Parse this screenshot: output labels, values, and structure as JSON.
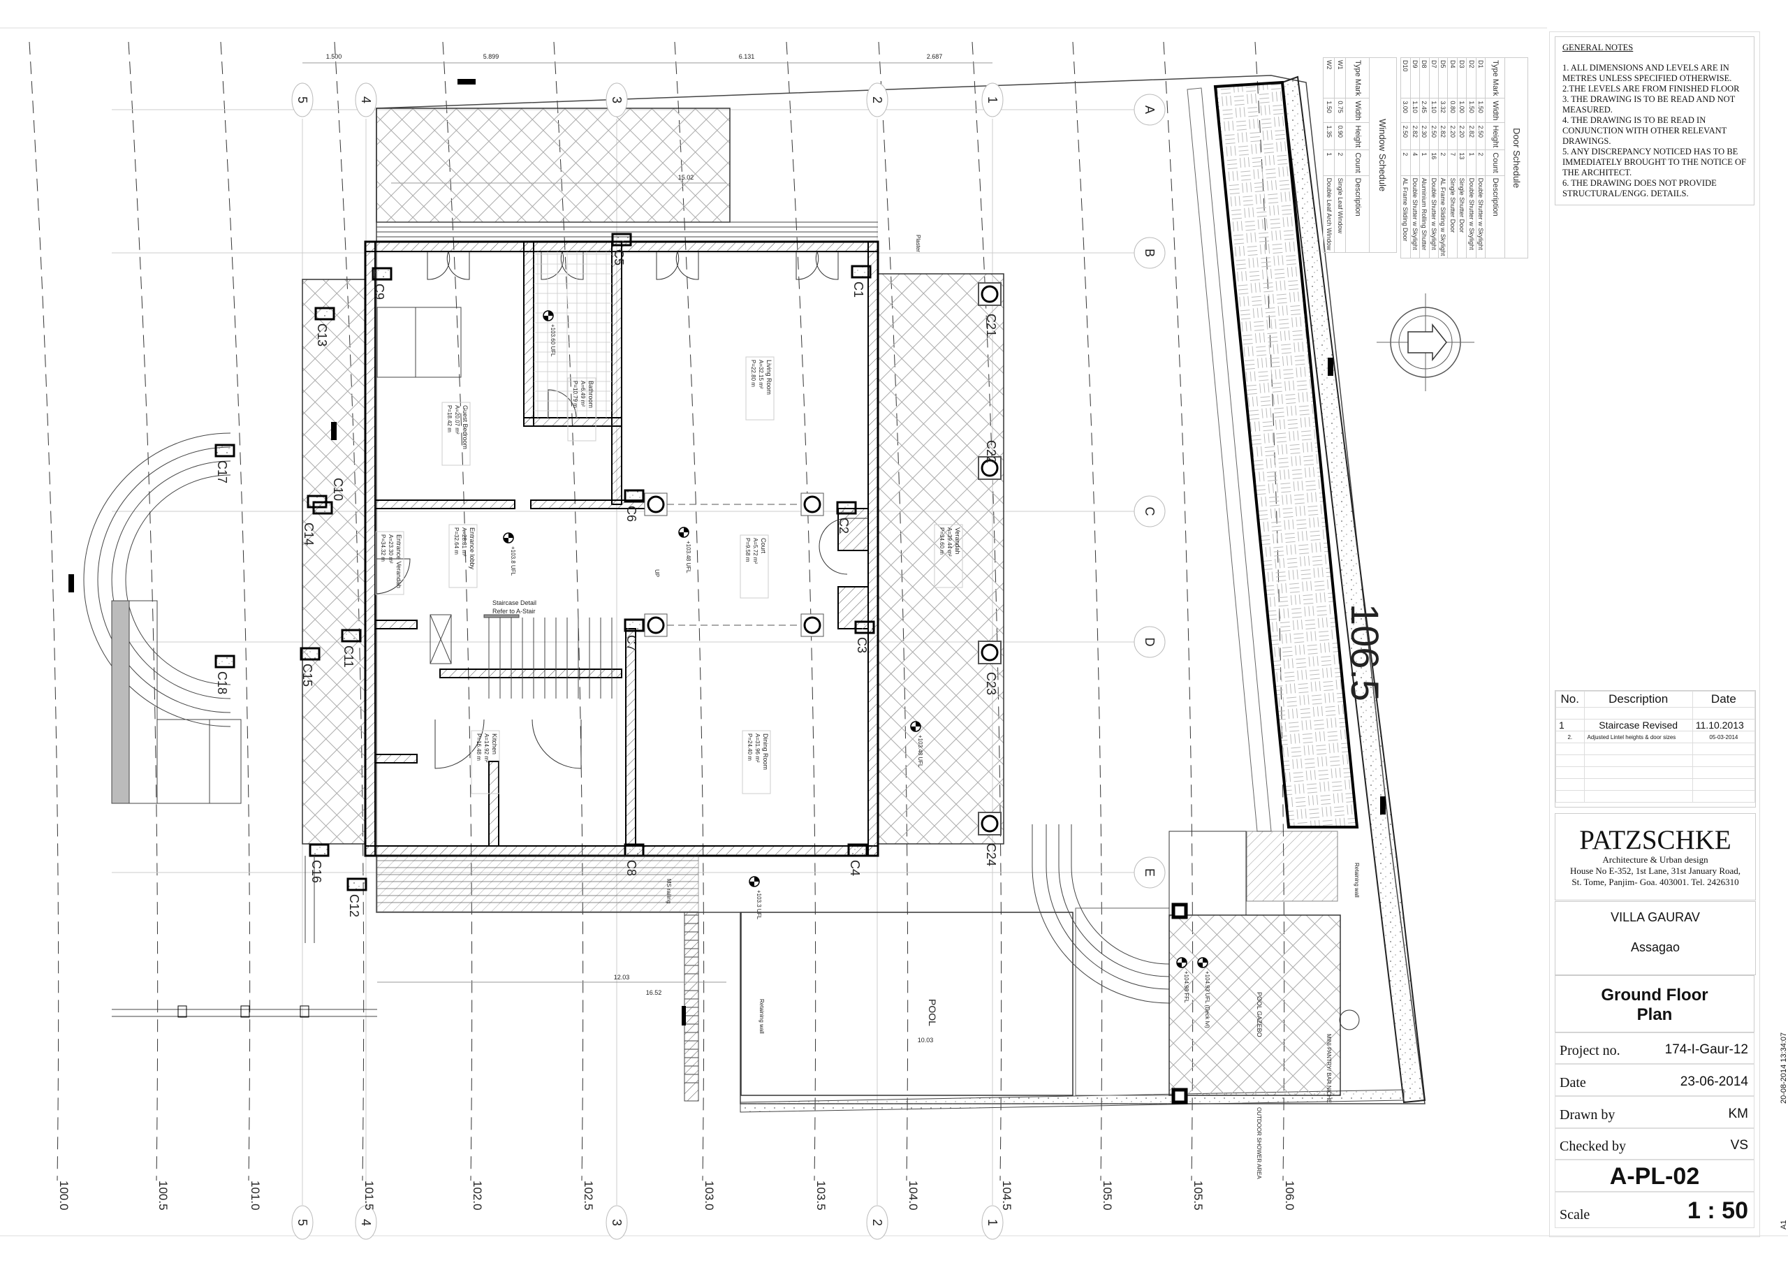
{
  "title_block": {
    "firm": "PATZSCHKE",
    "firm_tagline": "Architecture  &  Urban design",
    "firm_address_1": "House No  E-352, 1st Lane, 31st January Road,",
    "firm_address_2": "St. Tome, Panjim- Goa. 403001.   Tel. 2426310",
    "project_name": "VILLA GAURAV",
    "location": "Assagao",
    "sheet_title_1": "Ground Floor",
    "sheet_title_2": "Plan",
    "project_no_label": "Project no.",
    "project_no": "174-I-Gaur-12",
    "date_label": "Date",
    "date": "23-06-2014",
    "drawn_by_label": "Drawn by",
    "drawn_by": "KM",
    "checked_by_label": "Checked by",
    "checked_by": "VS",
    "sheet_no": "A-PL-02",
    "scale_label": "Scale",
    "scale": "1 : 50",
    "print_stamp": "20-08-2014 13:34:07",
    "sheet_size": "A1"
  },
  "general_notes": {
    "heading": "GENERAL NOTES",
    "items": [
      "1. ALL DIMENSIONS AND LEVELS ARE IN METRES UNLESS  SPECIFIED OTHERWISE.",
      "2.THE LEVELS ARE FROM FINISHED FLOOR",
      "3. THE DRAWING IS TO BE READ AND NOT MEASURED.",
      "4. THE DRAWING IS TO BE READ IN CONJUNCTION WITH OTHER RELEVANT DRAWINGS.",
      "5. ANY DISCREPANCY NOTICED HAS TO BE IMMEDIATELY BROUGHT TO THE NOTICE OF THE ARCHITECT.",
      "6. THE DRAWING DOES NOT PROVIDE STRUCTURAL/ENGG. DETAILS."
    ]
  },
  "revisions": {
    "headers": [
      "No.",
      "Description",
      "Date"
    ],
    "rows": [
      [
        "1",
        "Staircase Revised",
        "11.10.2013"
      ],
      [
        "2.",
        "Adjusted Lintel heights & door sizes",
        "05-03-2014"
      ]
    ]
  },
  "door_schedule": {
    "title": "Door Schedule",
    "headers": [
      "Type Mark",
      "Width",
      "Height",
      "Count",
      "Description"
    ],
    "rows": [
      [
        "D1",
        "1.50",
        "2.50",
        "2",
        "Double Shutter w Skylight"
      ],
      [
        "D2",
        "1.50",
        "2.82",
        "1",
        "Double Shutter w Skylight"
      ],
      [
        "D3",
        "1.00",
        "2.20",
        "13",
        "Single Shutter Door"
      ],
      [
        "D4",
        "0.80",
        "2.20",
        "7",
        "Single Shutter Door"
      ],
      [
        "D5",
        "3.32",
        "2.82",
        "2",
        "AL Frame Sliding w Skylight"
      ],
      [
        "D7",
        "1.10",
        "2.50",
        "16",
        "Double Shutter w Skylight"
      ],
      [
        "D8",
        "2.45",
        "2.30",
        "1",
        "Aluminium Rolling Shutter"
      ],
      [
        "D9",
        "1.10",
        "2.82",
        "4",
        "Double Shutter w Skylight"
      ],
      [
        "D10",
        "3.00",
        "2.50",
        "2",
        "AL Frame Sliding Door"
      ]
    ]
  },
  "window_schedule": {
    "title": "Window Schedule",
    "headers": [
      "Type Mark",
      "Width",
      "Height",
      "Count",
      "Description"
    ],
    "rows": [
      [
        "W1",
        "0.75",
        "0.90",
        "2",
        "Single Leaf Window"
      ],
      [
        "W2",
        "1.50",
        "1.35",
        "1",
        "Double Leaf Arch Window"
      ]
    ]
  },
  "plan": {
    "grid_columns": [
      "5",
      "4",
      "3",
      "2",
      "1"
    ],
    "grid_rows": [
      "A",
      "B",
      "C",
      "D",
      "E"
    ],
    "top_dimensions": [
      "1.500",
      "5.899",
      "6.131",
      "2.687"
    ],
    "contours": [
      "100.0",
      "100.5",
      "101.0",
      "101.5",
      "102.0",
      "102.5",
      "103.0",
      "103.5",
      "104.0",
      "104.5",
      "105.0",
      "105.5",
      "106.0"
    ],
    "spot_level": "106.5",
    "rooms": [
      {
        "name": "Guest Bedroom",
        "area": "A=20.07 m²",
        "perimeter": "P=18.42 m"
      },
      {
        "name": "Bathroom",
        "area": "A=6.49 m²",
        "perimeter": "P=10.79 m"
      },
      {
        "name": "Living Room",
        "area": "A=32.15 m²",
        "perimeter": "P=22.80 m"
      },
      {
        "name": "Entrance lobby",
        "area": "A=28.81 m²",
        "perimeter": "P=32.64 m"
      },
      {
        "name": "Court",
        "area": "A=5.72 m²",
        "perimeter": "P=9.58 m"
      },
      {
        "name": "Verandah",
        "area": "A=39.44 m²",
        "perimeter": "P=34.60 m"
      },
      {
        "name": "Entrance Verandah",
        "area": "A=23.30 m²",
        "perimeter": "P=34.32 m"
      },
      {
        "name": "Kitchen",
        "area": "A=14.92 m²",
        "perimeter": "P=16.48 m"
      },
      {
        "name": "Dining Room",
        "area": "A=31.96 m²",
        "perimeter": "P=24.40 m"
      }
    ],
    "columns": [
      "C1",
      "C2",
      "C3",
      "C4",
      "C5",
      "C6",
      "C7",
      "C8",
      "C9",
      "C10",
      "C11",
      "C12",
      "C13",
      "C14",
      "C15",
      "C16",
      "C17",
      "C18",
      "C21",
      "C22",
      "C23",
      "C24"
    ],
    "labels": {
      "pool": "POOL",
      "pool_gazebo": "POOL GAZEBO",
      "pantry": "MINI PANTRY/ BAR NICHE",
      "shower": "OUTDOOR SHOWER AREA",
      "stair_note_1": "Staircase Detail",
      "stair_note_2": "Refer to A-Stair",
      "retaining_wall": "Retaining wall",
      "retaining_wall_2": "Retaining wall",
      "plaster": "Plaster",
      "ms_railing": "MS railing",
      "level_living": "+103.48 UFL",
      "level_lobby": "+103.8 UFL",
      "level_bath": "+103.60 UFL",
      "level_gazebo_1": "+104.98 FFL",
      "level_gazebo_2": "+104.93 UFL (Deck lvl)",
      "level_upper": "+103.3 UFL",
      "up": "UP",
      "pool_dim": "10.03",
      "dim_15": "15.02",
      "dim_1203": "12.03",
      "dim_1652": "16.52"
    }
  }
}
